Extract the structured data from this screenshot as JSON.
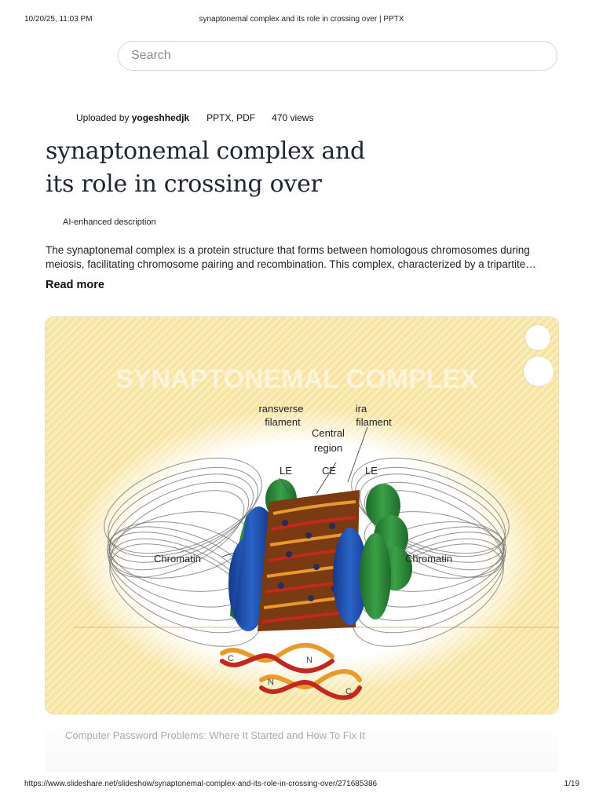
{
  "print_header": {
    "datetime": "10/20/25, 11:03 PM",
    "doc_title": "synaptonemal complex and its role in crossing over | PPTX"
  },
  "search": {
    "placeholder": "Search"
  },
  "meta": {
    "uploaded_by_prefix": "Uploaded by ",
    "uploader": "yogeshhedjk",
    "formats": "PPTX, PDF",
    "views": "470 views"
  },
  "title_line1": "synaptonemal complex and",
  "title_line2": "its role in crossing over",
  "ai_label": "AI-enhanced description",
  "description": "The synaptonemal complex is a protein structure that forms between homologous chromosomes during meiosis, facilitating chromosome pairing and recombination. This complex, characterized by a tripartite…",
  "read_more": "Read more",
  "slide": {
    "heading": "SYNAPTONEMAL COMPLEX",
    "labels": {
      "transverse_left": "ransverse",
      "filament_left": "filament",
      "transverse_right": "ira",
      "filament_right": "filament",
      "central": "Central",
      "region": "region",
      "le_left": "LE",
      "ce": "CE",
      "le_right": "LE",
      "chromatin_left": "Chromatin",
      "chromatin_right": "Chromatin",
      "c1": "C",
      "n1": "N",
      "n2": "N",
      "c2": "C"
    }
  },
  "related": {
    "link_text": "Computer Password Problems: Where It Started and How To Fix It"
  },
  "print_footer": {
    "url": "https://www.slideshare.net/slideshow/synaptonemal-complex-and-its-role-in-crossing-over/271685386",
    "page": "1/19"
  },
  "colors": {
    "slide_bg": "#f7e3a4",
    "blue_element": "#1f4fb0",
    "green_element": "#2f8a3a",
    "red_fiber": "#c2281d",
    "orange_fiber": "#e89a2a"
  }
}
